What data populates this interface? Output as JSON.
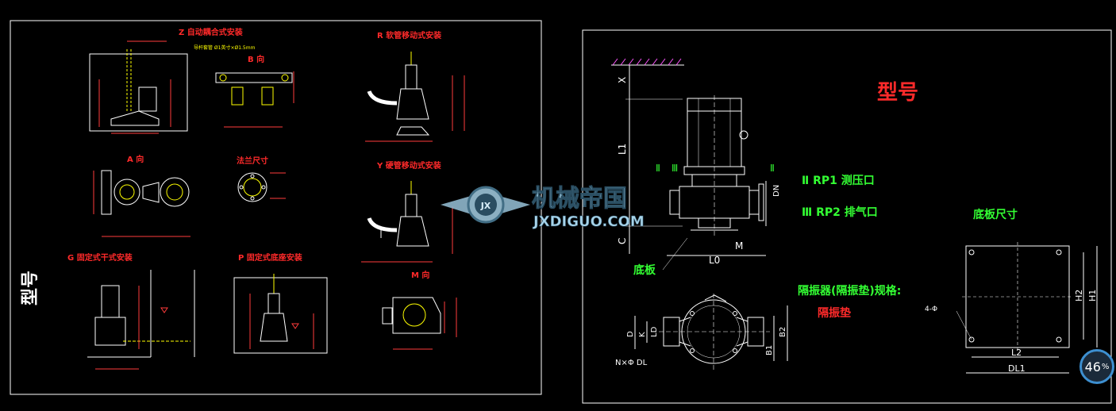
{
  "left_sheet": {
    "vertical_title": "型号",
    "title_z": "Z 自动耦合式安装",
    "title_r": "R 软管移动式安装",
    "title_y": "Y 硬管移动式安装",
    "title_a": "A 向",
    "title_b": "B 向",
    "title_flange": "法兰尺寸",
    "title_g": "G 固定式干式安装",
    "title_p": "P 固定式底座安装",
    "title_m": "M 向",
    "guide_note": "导杆套管 Ø1英寸×Ø1.5mm"
  },
  "right_sheet": {
    "title": "型号",
    "rp1": "Ⅱ RP1 测压口",
    "rp2": "Ⅲ RP2 排气口",
    "base_label": "底板",
    "base_size_title": "底板尺寸",
    "isolator_spec": "隔振器(隔振垫)规格:",
    "isolator_pad": "隔振垫",
    "dims": {
      "x": "X",
      "l1": "L1",
      "c": "C",
      "l0": "L0",
      "m": "M",
      "dn": "DN",
      "h2": "H2",
      "h1": "H1",
      "l2": "L2",
      "dl1": "DL1",
      "hole": "4-Φ",
      "d": "D",
      "k": "K",
      "ld": "LD",
      "b1": "B1",
      "b2": "B2",
      "ndl": "N×Φ DL",
      "mark2a": "Ⅱ",
      "mark3": "Ⅲ",
      "mark2b": "Ⅱ"
    }
  },
  "watermark": {
    "cn": "机械帝国",
    "en": "JXDIGUO.COM",
    "emblem": "JX"
  },
  "zoom": {
    "value": "46",
    "unit": "%"
  },
  "colors": {
    "line": "#ffffff",
    "title_red": "#ff2a2a",
    "green": "#33ff33",
    "yellow": "#ffff00",
    "dim_red": "#ff3b3b",
    "magenta": "#ff55ff"
  }
}
